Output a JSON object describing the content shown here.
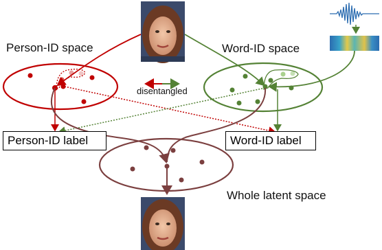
{
  "labels": {
    "person_space": "Person-ID space",
    "word_space": "Word-ID space",
    "disentangled": "disentangled",
    "person_label": "Person-ID label",
    "word_label": "Word-ID  label",
    "latent_space": "Whole latent space"
  },
  "colors": {
    "person": "#c00000",
    "word": "#548235",
    "latent": "#7b3f3f",
    "person_light": "#e8a0a0",
    "word_light": "#a9d18e"
  },
  "icons": {
    "input_face": "face-photo-icon",
    "output_face": "face-photo-icon",
    "audio": "waveform-icon",
    "spectrogram": "spectrogram-icon"
  }
}
